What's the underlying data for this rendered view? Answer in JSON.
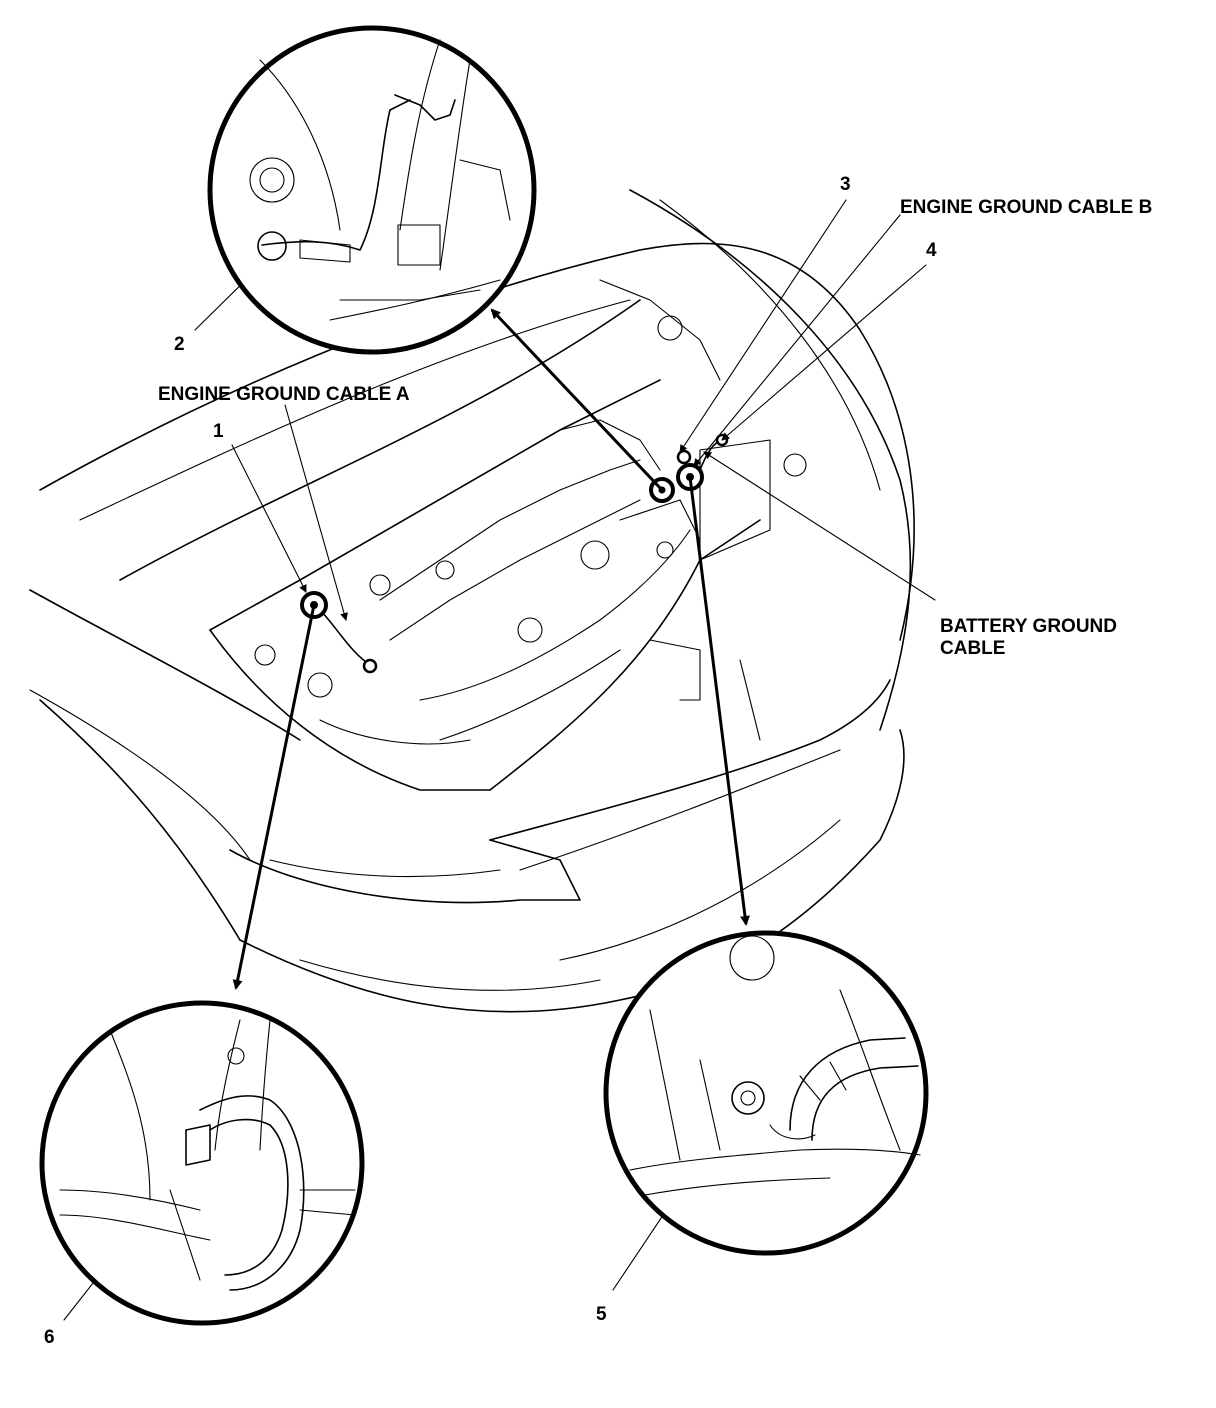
{
  "labels": {
    "engine_ground_cable_a": "ENGINE GROUND CABLE A",
    "engine_ground_cable_b": "ENGINE GROUND CABLE B",
    "battery_ground_cable_line1": "BATTERY GROUND",
    "battery_ground_cable_line2": "CABLE"
  },
  "callouts": {
    "c1": "1",
    "c2": "2",
    "c3": "3",
    "c4": "4",
    "c5": "5",
    "c6": "6"
  }
}
